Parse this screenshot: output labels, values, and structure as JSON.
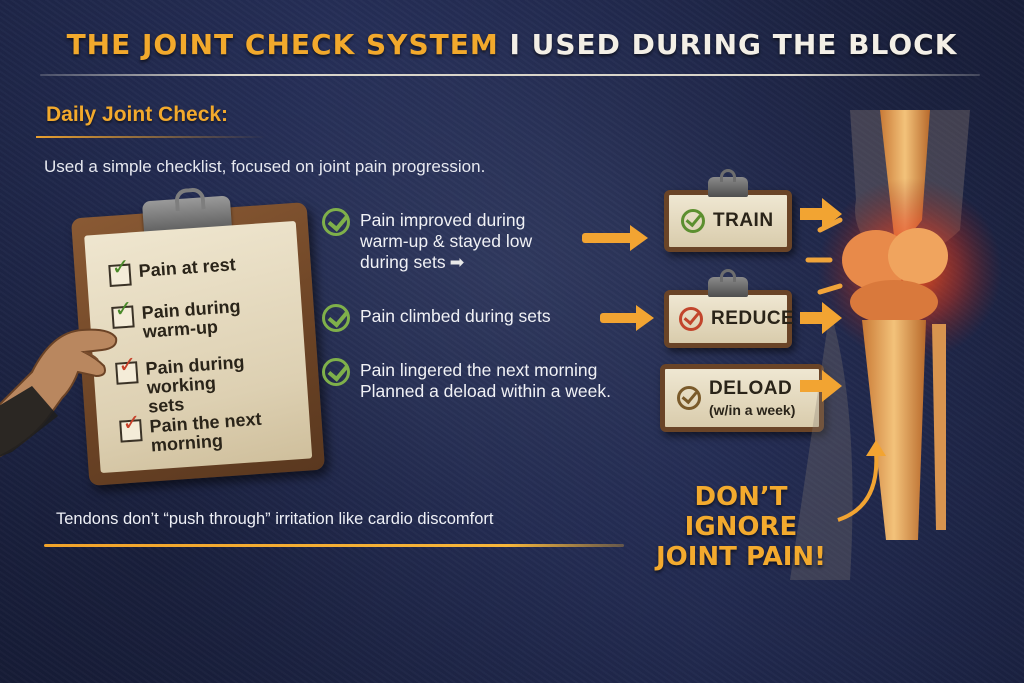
{
  "title": {
    "accent": "THE JOINT CHECK SYSTEM",
    "rest": "I USED DURING THE BLOCK"
  },
  "section_heading": "Daily Joint Check:",
  "subtitle": "Used a simple checklist, focused on joint pain progression.",
  "clipboard": {
    "items": [
      {
        "label": "Pain at rest",
        "mark": "green"
      },
      {
        "label": "Pain during warm-up",
        "mark": "green"
      },
      {
        "label": "Pain during working sets",
        "mark": "red"
      },
      {
        "label": "Pain the next morning",
        "mark": "red"
      }
    ]
  },
  "statements": [
    {
      "line1": "Pain improved during",
      "line2": "warm-up & stayed low",
      "line3": "during sets",
      "arrow": "➡"
    },
    {
      "line1": "Pain climbed during sets"
    },
    {
      "line1": "Pain lingered the next morning",
      "line2": "Planned a deload within a week."
    }
  ],
  "actions": [
    {
      "label": "TRAIN",
      "status": "green"
    },
    {
      "label": "REDUCE",
      "status": "red"
    },
    {
      "label": "DELOAD",
      "sub": "(w/in a week)",
      "status": "brown"
    }
  ],
  "footer_note": "Tendons don’t “push through” irritation like cardio discomfort",
  "warning": {
    "line1": "DON’T IGNORE",
    "line2": "JOINT PAIN!"
  },
  "colors": {
    "accent": "#f2a92c",
    "check_green": "#7fb04a",
    "alert_red": "#c2452c",
    "background": "#27305a"
  }
}
